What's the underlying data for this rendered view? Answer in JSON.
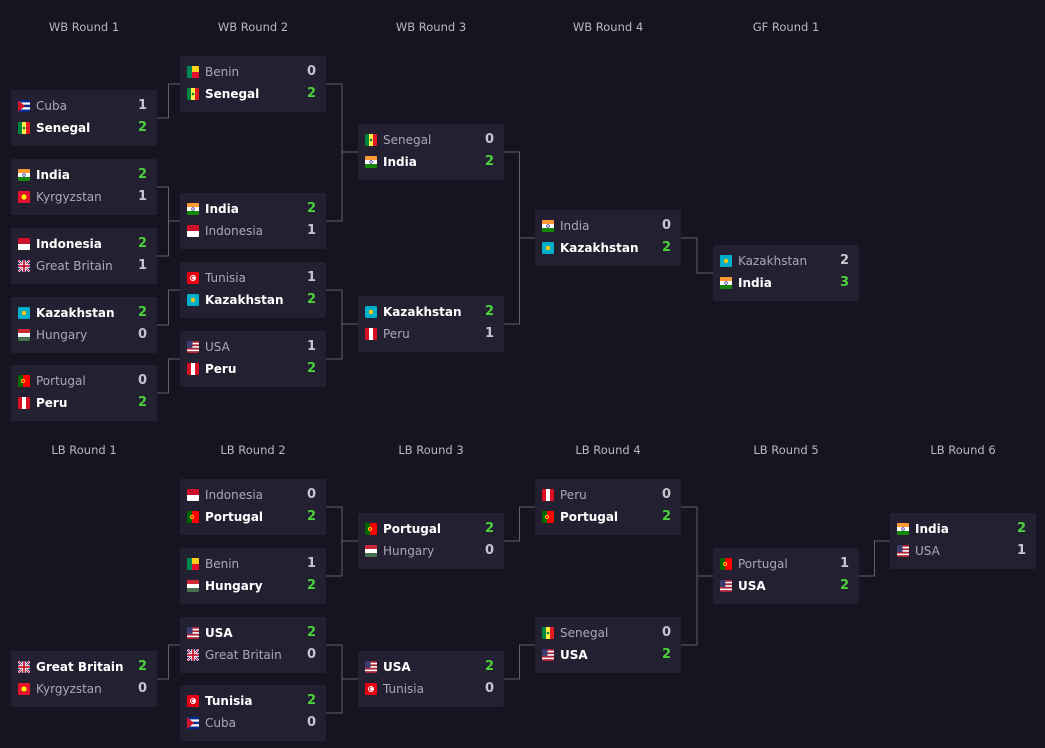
{
  "colors": {
    "background": "#151420",
    "card": "#232131",
    "win_score": "#4bd13a",
    "connector": "#62606e"
  },
  "winners_bracket": {
    "rounds": [
      {
        "label": "WB Round 1",
        "matches": [
          {
            "teams": [
              {
                "name": "Cuba",
                "flag": "cuba-flag",
                "score": "1",
                "winner": false
              },
              {
                "name": "Senegal",
                "flag": "senegal-flag",
                "score": "2",
                "winner": true
              }
            ]
          },
          {
            "teams": [
              {
                "name": "India",
                "flag": "india-flag",
                "score": "2",
                "winner": true
              },
              {
                "name": "Kyrgyzstan",
                "flag": "kyrgyzstan-flag",
                "score": "1",
                "winner": false
              }
            ]
          },
          {
            "teams": [
              {
                "name": "Indonesia",
                "flag": "indonesia-flag",
                "score": "2",
                "winner": true
              },
              {
                "name": "Great Britain",
                "flag": "great-britain-flag",
                "score": "1",
                "winner": false
              }
            ]
          },
          {
            "teams": [
              {
                "name": "Kazakhstan",
                "flag": "kazakhstan-flag",
                "score": "2",
                "winner": true
              },
              {
                "name": "Hungary",
                "flag": "hungary-flag",
                "score": "0",
                "winner": false
              }
            ]
          },
          {
            "teams": [
              {
                "name": "Portugal",
                "flag": "portugal-flag",
                "score": "0",
                "winner": false
              },
              {
                "name": "Peru",
                "flag": "peru-flag",
                "score": "2",
                "winner": true
              }
            ]
          }
        ]
      },
      {
        "label": "WB Round 2",
        "matches": [
          {
            "teams": [
              {
                "name": "Benin",
                "flag": "benin-flag",
                "score": "0",
                "winner": false
              },
              {
                "name": "Senegal",
                "flag": "senegal-flag",
                "score": "2",
                "winner": true
              }
            ]
          },
          {
            "teams": [
              {
                "name": "India",
                "flag": "india-flag",
                "score": "2",
                "winner": true
              },
              {
                "name": "Indonesia",
                "flag": "indonesia-flag",
                "score": "1",
                "winner": false
              }
            ]
          },
          {
            "teams": [
              {
                "name": "Tunisia",
                "flag": "tunisia-flag",
                "score": "1",
                "winner": false
              },
              {
                "name": "Kazakhstan",
                "flag": "kazakhstan-flag",
                "score": "2",
                "winner": true
              }
            ]
          },
          {
            "teams": [
              {
                "name": "USA",
                "flag": "usa-flag",
                "score": "1",
                "winner": false
              },
              {
                "name": "Peru",
                "flag": "peru-flag",
                "score": "2",
                "winner": true
              }
            ]
          }
        ]
      },
      {
        "label": "WB Round 3",
        "matches": [
          {
            "teams": [
              {
                "name": "Senegal",
                "flag": "senegal-flag",
                "score": "0",
                "winner": false
              },
              {
                "name": "India",
                "flag": "india-flag",
                "score": "2",
                "winner": true
              }
            ]
          },
          {
            "teams": [
              {
                "name": "Kazakhstan",
                "flag": "kazakhstan-flag",
                "score": "2",
                "winner": true
              },
              {
                "name": "Peru",
                "flag": "peru-flag",
                "score": "1",
                "winner": false
              }
            ]
          }
        ]
      },
      {
        "label": "WB Round 4",
        "matches": [
          {
            "teams": [
              {
                "name": "India",
                "flag": "india-flag",
                "score": "0",
                "winner": false
              },
              {
                "name": "Kazakhstan",
                "flag": "kazakhstan-flag",
                "score": "2",
                "winner": true
              }
            ]
          }
        ]
      },
      {
        "label": "GF Round 1",
        "matches": [
          {
            "teams": [
              {
                "name": "Kazakhstan",
                "flag": "kazakhstan-flag",
                "score": "2",
                "winner": false
              },
              {
                "name": "India",
                "flag": "india-flag",
                "score": "3",
                "winner": true
              }
            ]
          }
        ]
      }
    ]
  },
  "losers_bracket": {
    "rounds": [
      {
        "label": "LB Round 1",
        "matches": [
          {
            "teams": [
              {
                "name": "Great Britain",
                "flag": "great-britain-flag",
                "score": "2",
                "winner": true
              },
              {
                "name": "Kyrgyzstan",
                "flag": "kyrgyzstan-flag",
                "score": "0",
                "winner": false
              }
            ]
          }
        ]
      },
      {
        "label": "LB Round 2",
        "matches": [
          {
            "teams": [
              {
                "name": "Indonesia",
                "flag": "indonesia-flag",
                "score": "0",
                "winner": false
              },
              {
                "name": "Portugal",
                "flag": "portugal-flag",
                "score": "2",
                "winner": true
              }
            ]
          },
          {
            "teams": [
              {
                "name": "Benin",
                "flag": "benin-flag",
                "score": "1",
                "winner": false
              },
              {
                "name": "Hungary",
                "flag": "hungary-flag",
                "score": "2",
                "winner": true
              }
            ]
          },
          {
            "teams": [
              {
                "name": "USA",
                "flag": "usa-flag",
                "score": "2",
                "winner": true
              },
              {
                "name": "Great Britain",
                "flag": "great-britain-flag",
                "score": "0",
                "winner": false
              }
            ]
          },
          {
            "teams": [
              {
                "name": "Tunisia",
                "flag": "tunisia-flag",
                "score": "2",
                "winner": true
              },
              {
                "name": "Cuba",
                "flag": "cuba-flag",
                "score": "0",
                "winner": false
              }
            ]
          }
        ]
      },
      {
        "label": "LB Round 3",
        "matches": [
          {
            "teams": [
              {
                "name": "Portugal",
                "flag": "portugal-flag",
                "score": "2",
                "winner": true
              },
              {
                "name": "Hungary",
                "flag": "hungary-flag",
                "score": "0",
                "winner": false
              }
            ]
          },
          {
            "teams": [
              {
                "name": "USA",
                "flag": "usa-flag",
                "score": "2",
                "winner": true
              },
              {
                "name": "Tunisia",
                "flag": "tunisia-flag",
                "score": "0",
                "winner": false
              }
            ]
          }
        ]
      },
      {
        "label": "LB Round 4",
        "matches": [
          {
            "teams": [
              {
                "name": "Peru",
                "flag": "peru-flag",
                "score": "0",
                "winner": false
              },
              {
                "name": "Portugal",
                "flag": "portugal-flag",
                "score": "2",
                "winner": true
              }
            ]
          },
          {
            "teams": [
              {
                "name": "Senegal",
                "flag": "senegal-flag",
                "score": "0",
                "winner": false
              },
              {
                "name": "USA",
                "flag": "usa-flag",
                "score": "2",
                "winner": true
              }
            ]
          }
        ]
      },
      {
        "label": "LB Round 5",
        "matches": [
          {
            "teams": [
              {
                "name": "Portugal",
                "flag": "portugal-flag",
                "score": "1",
                "winner": false
              },
              {
                "name": "USA",
                "flag": "usa-flag",
                "score": "2",
                "winner": true
              }
            ]
          }
        ]
      },
      {
        "label": "LB Round 6",
        "matches": [
          {
            "teams": [
              {
                "name": "India",
                "flag": "india-flag",
                "score": "2",
                "winner": true
              },
              {
                "name": "USA",
                "flag": "usa-flag",
                "score": "1",
                "winner": false
              }
            ]
          }
        ]
      }
    ]
  }
}
